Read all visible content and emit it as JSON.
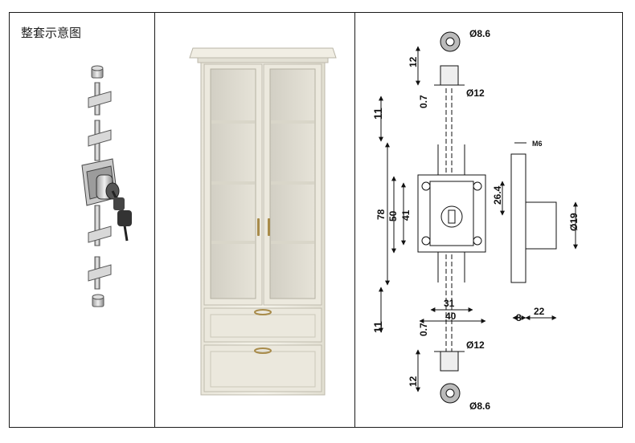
{
  "panel_title": "整套示意图",
  "dims": {
    "d86_top": "Ø8.6",
    "d12_top": "Ø12",
    "h12_top": "12",
    "h07_top": "0.7",
    "h11_top": "11",
    "m6": "M6",
    "h78": "78",
    "h50": "50",
    "h41": "41",
    "h264": "26.4",
    "d19": "Ø19",
    "w31": "31",
    "w40": "40",
    "w8": "8",
    "w22": "22",
    "h11_bottom": "11",
    "h07_bottom": "0.7",
    "d12_bottom": "Ø12",
    "h12_bottom": "12",
    "d86_bottom": "Ø8.6"
  }
}
